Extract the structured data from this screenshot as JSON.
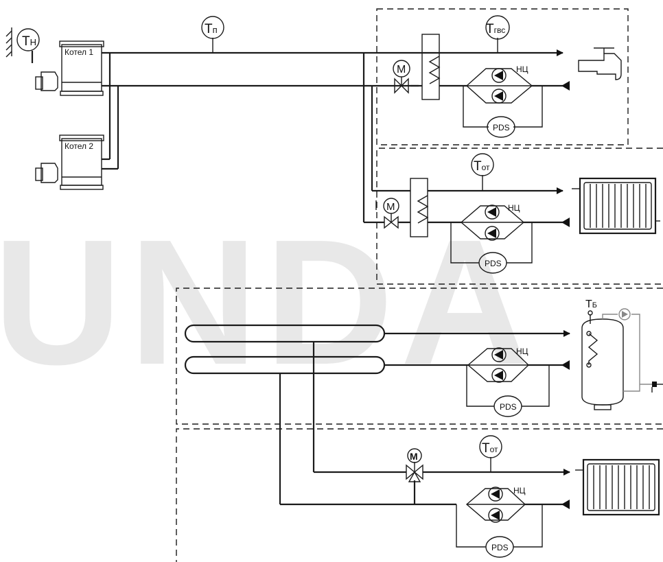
{
  "watermark": "UNDA",
  "boilers": [
    {
      "label": "Котел 1"
    },
    {
      "label": "Котел 2"
    }
  ],
  "sensors": {
    "outdoor": {
      "main": "Т",
      "sub": "Н"
    },
    "supply": {
      "main": "Т",
      "sub": "п"
    },
    "dhw": {
      "main": "Т",
      "sub": "гвс"
    },
    "heating_1": {
      "main": "Т",
      "sub": "от"
    },
    "heating_2": {
      "main": "Т",
      "sub": "от"
    },
    "tank": {
      "main": "Т",
      "sub": "Б"
    }
  },
  "pump_group_label": "НЦ",
  "pds_label": "PDS",
  "motor_label": "М"
}
